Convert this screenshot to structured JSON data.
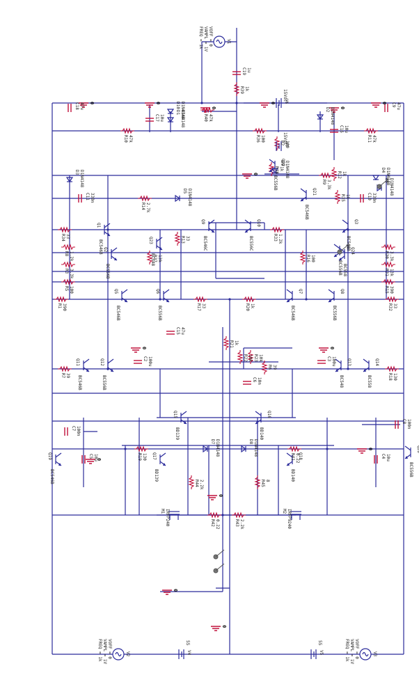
{
  "schematic": {
    "resistors": [
      {
        "ref": "R39",
        "value": "1k"
      },
      {
        "ref": "R40",
        "value": "47k"
      },
      {
        "ref": "R10",
        "value": "47k"
      },
      {
        "ref": "R36",
        "value": "100"
      },
      {
        "ref": "R2",
        "value": "100"
      },
      {
        "ref": "R11",
        "value": "47k"
      },
      {
        "ref": "R38",
        "value": "1k"
      },
      {
        "ref": "R9",
        "value": "3.3k"
      },
      {
        "ref": "R14",
        "value": "2.7k"
      },
      {
        "ref": "R35",
        "value": "1k"
      },
      {
        "ref": "R12",
        "value": "1k"
      },
      {
        "ref": "R34",
        "value": "33"
      },
      {
        "ref": "R13",
        "value": "33"
      },
      {
        "ref": "R33",
        "value": "1.2k"
      },
      {
        "ref": "R8",
        "value": "1.2k"
      },
      {
        "ref": "R30",
        "value": "3.3k"
      },
      {
        "ref": "R3",
        "value": "3.3k"
      },
      {
        "ref": "R31",
        "value": "13k"
      },
      {
        "ref": "R37",
        "value": "13k"
      },
      {
        "ref": "R16",
        "value": "100"
      },
      {
        "ref": "R5",
        "value": "100"
      },
      {
        "ref": "R15",
        "value": "390"
      },
      {
        "ref": "R1",
        "value": "390"
      },
      {
        "ref": "R32",
        "value": "33"
      },
      {
        "ref": "R17",
        "value": "33"
      },
      {
        "ref": "R20",
        "value": "1k"
      },
      {
        "ref": "R21",
        "value": "1k"
      },
      {
        "ref": "R22",
        "value": "10k"
      },
      {
        "ref": "R23",
        "value": "10k"
      },
      {
        "ref": "R6",
        "value": "39"
      },
      {
        "ref": "R7",
        "value": "39"
      },
      {
        "ref": "R18",
        "value": "130"
      },
      {
        "ref": "R19",
        "value": "130"
      },
      {
        "ref": "R41",
        "value": "0.22"
      },
      {
        "ref": "R42",
        "value": "0.22"
      },
      {
        "ref": "R43",
        "value": "2.2k"
      },
      {
        "ref": "R44",
        "value": "2.2k"
      },
      {
        "ref": "R45",
        "value": "8"
      }
    ],
    "capacitors": [
      {
        "ref": "C19",
        "value": "1u"
      },
      {
        "ref": "C18",
        "value": "47u"
      },
      {
        "ref": "C9",
        "value": "47u"
      },
      {
        "ref": "C17",
        "value": "10u"
      },
      {
        "ref": "C16",
        "value": "10u"
      },
      {
        "ref": "C11",
        "value": "330n"
      },
      {
        "ref": "C10",
        "value": "330n"
      },
      {
        "ref": "C15",
        "value": "47u"
      },
      {
        "ref": "C2",
        "value": "100u"
      },
      {
        "ref": "C3",
        "value": "100u"
      },
      {
        "ref": "C7",
        "value": "100n"
      },
      {
        "ref": "C8",
        "value": "100n"
      },
      {
        "ref": "C5",
        "value": "10u"
      },
      {
        "ref": "C4",
        "value": "10u"
      },
      {
        "ref": "C6",
        "value": "10n"
      }
    ],
    "diodes": [
      {
        "ref": "D1",
        "part": "D1N4148"
      },
      {
        "ref": "D2",
        "part": "D1N4148"
      },
      {
        "ref": "D3",
        "part": "D1N4148"
      },
      {
        "ref": "D4",
        "part": "D1N4148"
      },
      {
        "ref": "D5",
        "part": "D1N4148"
      },
      {
        "ref": "D6",
        "part": "D1N4148"
      },
      {
        "ref": "D7",
        "part": "D1N4148"
      },
      {
        "ref": "D8",
        "part": "D1N4148"
      },
      {
        "ref": "D9",
        "part": "D1N4148"
      },
      {
        "ref": "D10",
        "part": "D1N4148"
      }
    ],
    "transistors": [
      {
        "ref": "Q1",
        "part": "BC546B"
      },
      {
        "ref": "Q2",
        "part": "BC556B"
      },
      {
        "ref": "Q3",
        "part": "BC546B"
      },
      {
        "ref": "Q4",
        "part": "BC556B"
      },
      {
        "ref": "Q5",
        "part": "BC546B"
      },
      {
        "ref": "Q6",
        "part": "BC556B"
      },
      {
        "ref": "Q7",
        "part": "BC546B"
      },
      {
        "ref": "Q8",
        "part": "BC556B"
      },
      {
        "ref": "Q9",
        "part": "BC546C"
      },
      {
        "ref": "Q10",
        "part": "BC556C"
      },
      {
        "ref": "Q11",
        "part": "BC546B"
      },
      {
        "ref": "Q12",
        "part": "BC556B"
      },
      {
        "ref": "Q13",
        "part": "BC548"
      },
      {
        "ref": "Q14",
        "part": "BC558"
      },
      {
        "ref": "Q15",
        "part": "BD139"
      },
      {
        "ref": "Q16",
        "part": "BD140"
      },
      {
        "ref": "Q17",
        "part": "BD139"
      },
      {
        "ref": "Q18",
        "part": "BD140"
      },
      {
        "ref": "Q19",
        "part": "BC546B"
      },
      {
        "ref": "Q20",
        "part": "BC556B"
      },
      {
        "ref": "Q21",
        "part": "BC546B"
      },
      {
        "ref": "Q22",
        "part": "BC556B"
      },
      {
        "ref": "Q23",
        "part": "BC548"
      },
      {
        "ref": "Q24",
        "part": "BC558"
      }
    ],
    "mosfets": [
      {
        "ref": "M1",
        "part": "IRFP240"
      },
      {
        "ref": "M2",
        "part": "IRFP9240"
      }
    ],
    "sources": [
      {
        "ref": "V1",
        "lines": [
          "VOFF = 0",
          "VAMPL = 1V",
          "FREQ = 1k"
        ]
      },
      {
        "ref": "V2",
        "lines": [
          "VOFF = 0",
          "VAMPL = 1V",
          "FREQ = 1k"
        ]
      },
      {
        "ref": "V3",
        "lines": [
          "VOFF = 0",
          "VAMPL = 1V",
          "FREQ = 1k"
        ]
      }
    ],
    "supplies": [
      {
        "ref": "V4",
        "value": "55"
      },
      {
        "ref": "V5",
        "value": "55"
      },
      {
        "ref": "V6",
        "value": "15Vdc"
      },
      {
        "ref": "V7",
        "value": "15Vdc"
      }
    ],
    "misc_labels": [
      "0",
      "0",
      "0",
      "0",
      "0",
      "0",
      "0",
      "0",
      "0"
    ]
  }
}
